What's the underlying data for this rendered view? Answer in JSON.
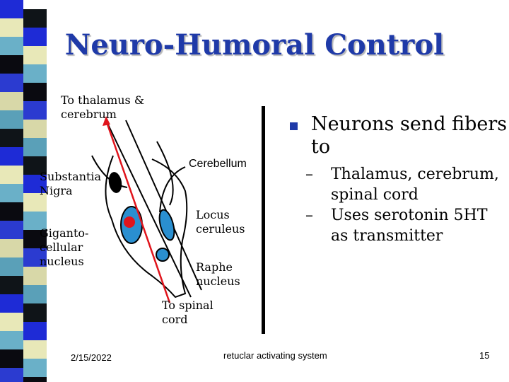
{
  "slide": {
    "title": "Neuro-Humoral Control",
    "footer_date": "2/15/2022",
    "footer_center": "retuclar activating system",
    "footer_page": "15"
  },
  "diagram": {
    "labels": {
      "thalamus_line1": "To thalamus &",
      "thalamus_line2": "cerebrum",
      "cerebellum": "Cerebellum",
      "substantia_line1": "Substantia",
      "substantia_line2": "Nigra",
      "locus_line1": "Locus",
      "locus_line2": "ceruleus",
      "giganto_line1": "Giganto-",
      "giganto_line2": "cellular",
      "giganto_line3": "nucleus",
      "raphe_line1": "Raphe",
      "raphe_line2": "nucleus",
      "spinal_line1": "To spinal",
      "spinal_line2": "cord"
    },
    "colors": {
      "red_fiber": "#e0141c",
      "nucleus_blue": "#2a8fd0",
      "outline": "#000000"
    }
  },
  "bullets": {
    "main": "Neurons send fibers to",
    "sub": [
      "Thalamus, cerebrum, spinal cord",
      "Uses serotonin 5HT as transmitter"
    ],
    "dash": "–"
  },
  "theme": {
    "title_color": "#1f3aa8",
    "bullet_color": "#1f3aa8"
  }
}
